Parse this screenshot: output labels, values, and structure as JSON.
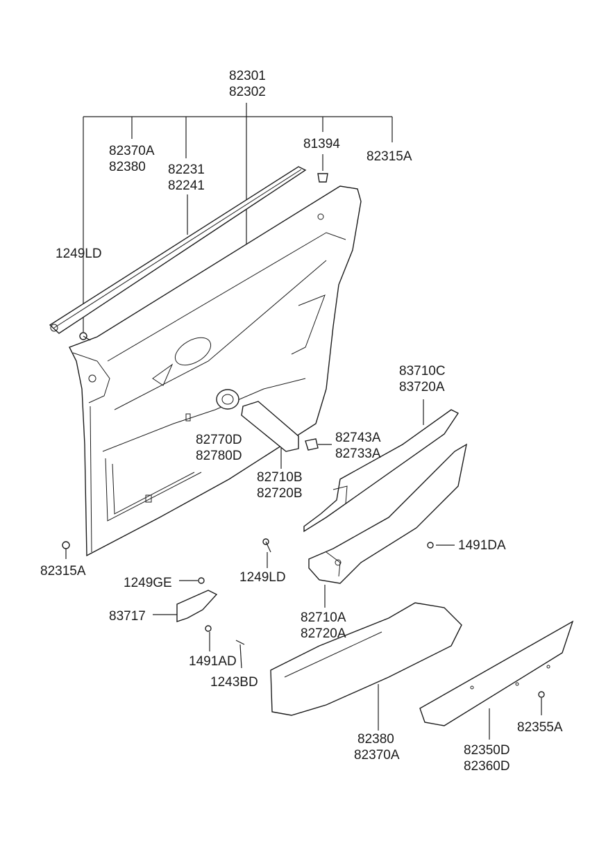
{
  "labels": {
    "p82301": "82301",
    "p82302": "82302",
    "p82370A_top": "82370A",
    "p82380_top": "82380",
    "p82231": "82231",
    "p82241": "82241",
    "p81394": "81394",
    "p82315A_top": "82315A",
    "p1249LD_top": "1249LD",
    "p83710C": "83710C",
    "p83720A": "83720A",
    "p82743A": "82743A",
    "p82733A": "82733A",
    "p82770D": "82770D",
    "p82780D": "82780D",
    "p82710B": "82710B",
    "p82720B": "82720B",
    "p1491DA": "1491DA",
    "p82315A_bot": "82315A",
    "p1249LD_mid": "1249LD",
    "p1249GE": "1249GE",
    "p83717": "83717",
    "p82710A": "82710A",
    "p82720A": "82720A",
    "p1491AD": "1491AD",
    "p1243BD": "1243BD",
    "p82380_bot": "82380",
    "p82370A_bot": "82370A",
    "p82355A": "82355A",
    "p82350D": "82350D",
    "p82360D": "82360D"
  }
}
